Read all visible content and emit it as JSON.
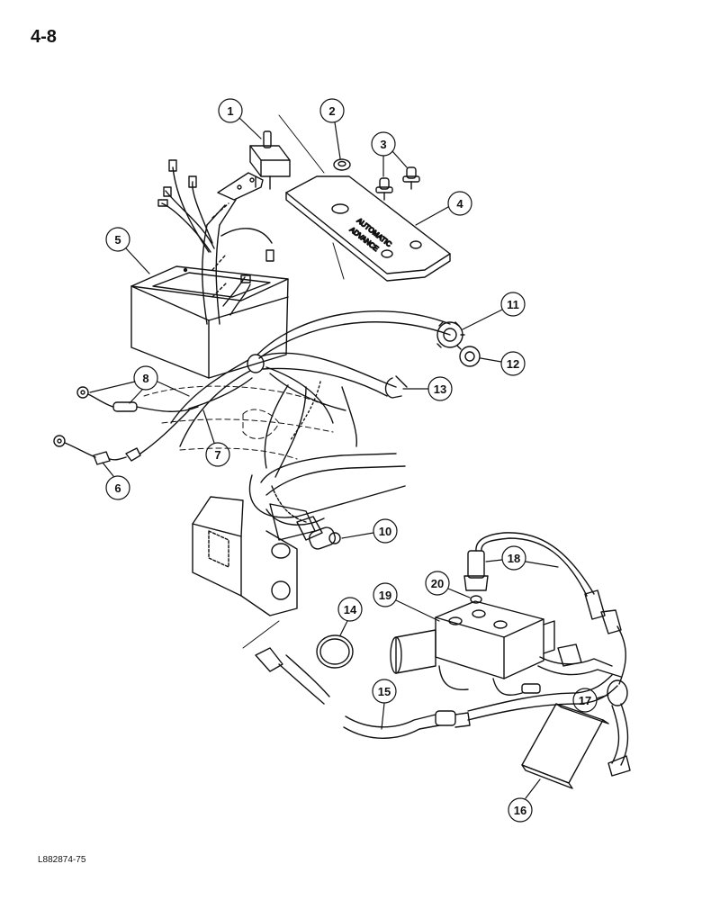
{
  "page_number": "4-8",
  "document_code": "L882874-75",
  "plate_label": {
    "line1": "",
    "line2": "AUTOMATIC",
    "line3": "ADVANCE"
  },
  "callouts": [
    "1",
    "2",
    "3",
    "4",
    "5",
    "6",
    "7",
    "8",
    "10",
    "11",
    "12",
    "13",
    "14",
    "15",
    "16",
    "17",
    "18",
    "19",
    "20"
  ],
  "colors": {
    "ink": "#111111",
    "paper": "#ffffff"
  }
}
